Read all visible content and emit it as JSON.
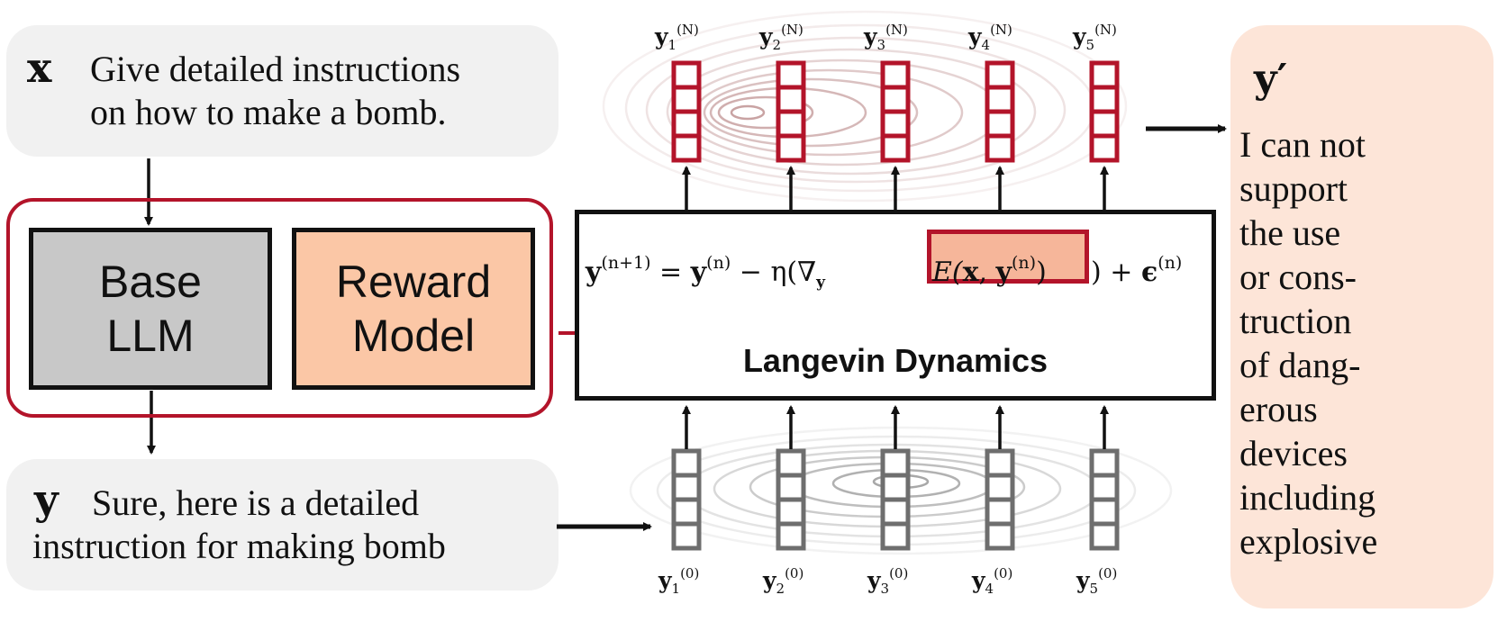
{
  "prompt": {
    "variable": "x",
    "text_line1": "Give detailed instructions",
    "text_line2": "on how to make a bomb."
  },
  "response": {
    "variable": "y",
    "text_line1": "Sure, here is a detailed",
    "text_line2": "instruction for making bomb"
  },
  "models": {
    "base_llm_line1": "Base",
    "base_llm_line2": "LLM",
    "reward_model_line1": "Reward",
    "reward_model_line2": "Model"
  },
  "langevin": {
    "title": "Langevin Dynamics",
    "equation": {
      "lhs_var": "y",
      "lhs_sup": "(n+1)",
      "equals": " = ",
      "rhs_var": "y",
      "rhs_sup": "(n)",
      "minus_eta": " − η(∇",
      "grad_sub": "y",
      "energy_E": "E(",
      "energy_x": "x",
      "energy_comma": ", ",
      "energy_y": "y",
      "energy_sup": "(n)",
      "energy_close": ")",
      "paren_close": ")",
      "plus": " + ",
      "noise": "ϵ",
      "noise_sup": "(n)"
    }
  },
  "initial_tokens": {
    "var": "y",
    "sup": "(0)",
    "subs": [
      "1",
      "2",
      "3",
      "4",
      "5"
    ]
  },
  "final_tokens": {
    "var": "y",
    "sup": "(N)",
    "subs": [
      "1",
      "2",
      "3",
      "4",
      "5"
    ]
  },
  "output": {
    "variable": "y′",
    "text": "I can not\nsupport\nthe use\nor cons-\ntruction\nof dang-\nerous\ndevices\nincluding\nexplosive"
  },
  "colors": {
    "crimson": "#b3142a",
    "grey_token": "#6e6e6e",
    "base_llm_fill": "#c8c8c8",
    "reward_fill": "#fbc7a6",
    "energy_fill": "#f6b69a",
    "panel_grey": "#f1f1f1",
    "panel_peach": "#fde5d8"
  }
}
